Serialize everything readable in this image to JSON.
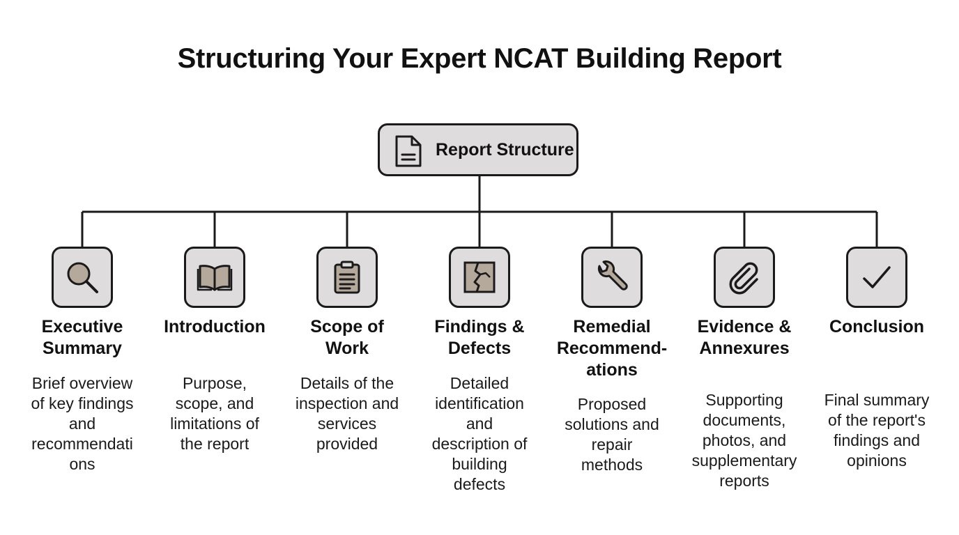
{
  "title": "Structuring Your Expert NCAT Building Report",
  "root": {
    "label": "Report Structure",
    "icon": "document-icon"
  },
  "colors": {
    "box_fill": "#dedcdc",
    "line": "#1a1a1a",
    "icon_accent": "#b5a99c",
    "text": "#111111"
  },
  "sections": [
    {
      "title_lines": [
        "Executive",
        "Summary"
      ],
      "desc_lines": [
        "Brief overview",
        "of key findings",
        "and",
        "recommendati",
        "ons"
      ],
      "icon": "magnifying-glass-icon"
    },
    {
      "title_lines": [
        "Introduction"
      ],
      "desc_lines": [
        "Purpose,",
        "scope, and",
        "limitations of",
        "the report"
      ],
      "icon": "open-book-icon"
    },
    {
      "title_lines": [
        "Scope of",
        "Work"
      ],
      "desc_lines": [
        "Details of the",
        "inspection and",
        "services",
        "provided"
      ],
      "icon": "clipboard-icon"
    },
    {
      "title_lines": [
        "Findings &",
        "Defects"
      ],
      "desc_lines": [
        "Detailed",
        "identification",
        "and",
        "description of",
        "building",
        "defects"
      ],
      "icon": "cracked-wall-icon"
    },
    {
      "title_lines": [
        "Remedial",
        "Recommend-",
        "ations"
      ],
      "desc_lines": [
        "Proposed",
        "solutions and",
        "repair",
        "methods"
      ],
      "icon": "wrench-icon"
    },
    {
      "title_lines": [
        "Evidence &",
        "Annexures"
      ],
      "desc_lines": [
        "Supporting",
        "documents,",
        "photos, and",
        "supplementary",
        "reports"
      ],
      "icon": "paperclip-icon"
    },
    {
      "title_lines": [
        "Conclusion"
      ],
      "desc_lines": [
        "Final summary",
        "of the report's",
        "findings and",
        "opinions"
      ],
      "icon": "checkmark-icon"
    }
  ]
}
